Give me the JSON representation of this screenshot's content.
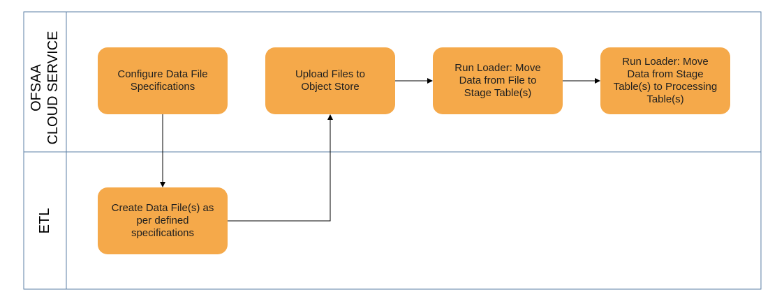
{
  "colors": {
    "lane_border": "#5b7fa6",
    "box_fill": "#f5a94a",
    "box_text": "#1f1f1f",
    "connector": "#000000"
  },
  "lanes": [
    {
      "label": "OFSAA\nCLOUD SERVICE"
    },
    {
      "label": "ETL"
    }
  ],
  "steps": [
    {
      "label": "Configure Data File\nSpecifications"
    },
    {
      "label": "Upload Files to\nObject Store"
    },
    {
      "label": "Run Loader: Move\nData from File to\nStage Table(s)"
    },
    {
      "label": "Run Loader: Move\nData from Stage\nTable(s) to Processing\nTable(s)"
    },
    {
      "label": "Create Data File(s) as\nper defined\nspecifications"
    }
  ]
}
